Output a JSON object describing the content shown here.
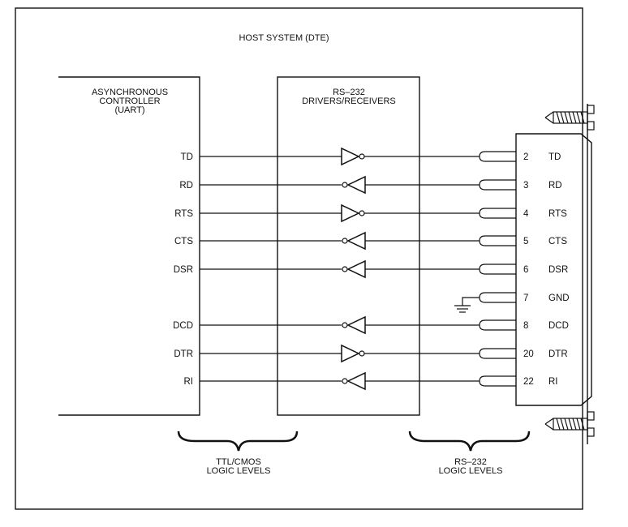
{
  "title": "HOST SYSTEM (DTE)",
  "uart": {
    "lines": [
      "ASYNCHRONOUS",
      "CONTROLLER",
      "(UART)"
    ]
  },
  "drivers": {
    "lines": [
      "RS–232",
      "DRIVERS/RECEIVERS"
    ]
  },
  "signals": [
    {
      "name": "TD",
      "pin": "2",
      "dir": "out"
    },
    {
      "name": "RD",
      "pin": "3",
      "dir": "in"
    },
    {
      "name": "RTS",
      "pin": "4",
      "dir": "out"
    },
    {
      "name": "CTS",
      "pin": "5",
      "dir": "in"
    },
    {
      "name": "DSR",
      "pin": "6",
      "dir": "in"
    },
    {
      "name": "GND",
      "pin": "7",
      "dir": "ground"
    },
    {
      "name": "DCD",
      "pin": "8",
      "dir": "in"
    },
    {
      "name": "DTR",
      "pin": "20",
      "dir": "out"
    },
    {
      "name": "RI",
      "pin": "22",
      "dir": "in"
    }
  ],
  "levels": {
    "ttl": [
      "TTL/CMOS",
      "LOGIC LEVELS"
    ],
    "rs232": [
      "RS–232",
      "LOGIC LEVELS"
    ]
  }
}
